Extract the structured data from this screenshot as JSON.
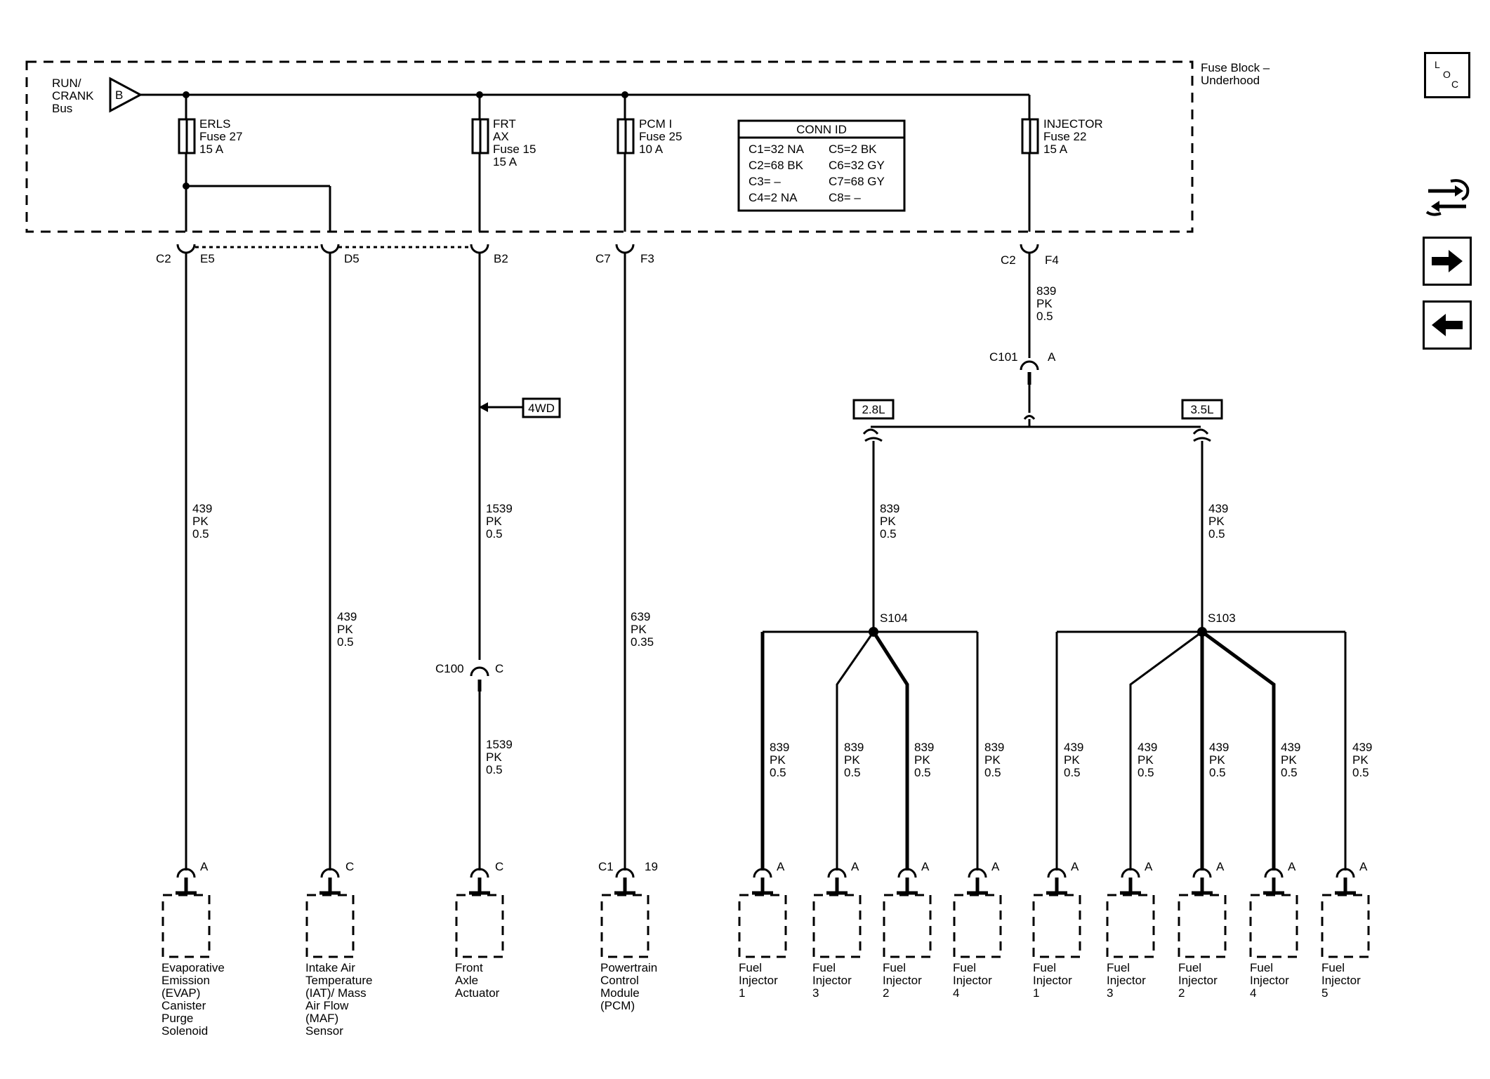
{
  "fuse_block": {
    "title_line1": "Fuse Block –",
    "title_line2": "Underhood"
  },
  "bus": {
    "line1": "RUN/",
    "line2": "CRANK",
    "line3": "Bus",
    "terminal": "B"
  },
  "fuses": [
    {
      "l1": "ERLS",
      "l2": "Fuse 27",
      "l3": "15 A",
      "l4": ""
    },
    {
      "l1": "FRT",
      "l2": "AX",
      "l3": "Fuse 15",
      "l4": "15 A"
    },
    {
      "l1": "PCM I",
      "l2": "Fuse 25",
      "l3": "10 A",
      "l4": ""
    },
    {
      "l1": "INJECTOR",
      "l2": "Fuse 22",
      "l3": "15 A",
      "l4": ""
    }
  ],
  "conn_id": {
    "title": "CONN ID",
    "rows": [
      [
        "C1=32 NA",
        "C5=2 BK"
      ],
      [
        "C2=68 BK",
        "C6=32 GY"
      ],
      [
        "C3= –",
        "C7=68 GY"
      ],
      [
        "C4=2 NA",
        "C8= –"
      ]
    ]
  },
  "connectors": {
    "c2_e5": {
      "conn": "C2",
      "pin": "E5"
    },
    "d5": {
      "pin": "D5"
    },
    "b2": {
      "pin": "B2"
    },
    "c7_f3": {
      "conn": "C7",
      "pin": "F3"
    },
    "c2_f4": {
      "conn": "C2",
      "pin": "F4"
    },
    "c101": {
      "conn": "C101",
      "pin": "A"
    },
    "c100": {
      "conn": "C100",
      "pin": "C"
    }
  },
  "wires": {
    "evap": {
      "circuit": "439",
      "color": "PK",
      "size": "0.5"
    },
    "iat": {
      "circuit": "439",
      "color": "PK",
      "size": "0.5"
    },
    "frt_upper": {
      "circuit": "1539",
      "color": "PK",
      "size": "0.5"
    },
    "frt_lower": {
      "circuit": "1539",
      "color": "PK",
      "size": "0.5"
    },
    "pcm": {
      "circuit": "639",
      "color": "PK",
      "size": "0.35"
    },
    "inj_main": {
      "circuit": "839",
      "color": "PK",
      "size": "0.5"
    },
    "inj_28": {
      "circuit": "839",
      "color": "PK",
      "size": "0.5"
    },
    "inj_35": {
      "circuit": "439",
      "color": "PK",
      "size": "0.5"
    }
  },
  "fourwd_tag": "4WD",
  "options": {
    "left": "2.8L",
    "right": "3.5L"
  },
  "splices": {
    "s104": "S104",
    "s103": "S103"
  },
  "components": {
    "evap": {
      "pin": "A",
      "lines": [
        "Evaporative",
        "Emission",
        "(EVAP)",
        "Canister",
        "Purge",
        "Solenoid"
      ]
    },
    "iat": {
      "pin": "C",
      "lines": [
        "Intake Air",
        "Temperature",
        "(IAT)/ Mass",
        "Air Flow",
        "(MAF)",
        "Sensor"
      ]
    },
    "frt": {
      "pin": "C",
      "lines": [
        "Front",
        "Axle",
        "Actuator"
      ]
    },
    "pcm": {
      "conn": "C1",
      "pin": "19",
      "lines": [
        "Powertrain",
        "Control",
        "Module",
        "(PCM)"
      ]
    }
  },
  "injectors_28": [
    {
      "pin": "A",
      "circuit": "839",
      "color": "PK",
      "size": "0.5",
      "l1": "Fuel",
      "l2": "Injector",
      "l3": "1"
    },
    {
      "pin": "A",
      "circuit": "839",
      "color": "PK",
      "size": "0.5",
      "l1": "Fuel",
      "l2": "Injector",
      "l3": "3"
    },
    {
      "pin": "A",
      "circuit": "839",
      "color": "PK",
      "size": "0.5",
      "l1": "Fuel",
      "l2": "Injector",
      "l3": "2"
    },
    {
      "pin": "A",
      "circuit": "839",
      "color": "PK",
      "size": "0.5",
      "l1": "Fuel",
      "l2": "Injector",
      "l3": "4"
    }
  ],
  "injectors_35": [
    {
      "pin": "A",
      "circuit": "439",
      "color": "PK",
      "size": "0.5",
      "l1": "Fuel",
      "l2": "Injector",
      "l3": "1"
    },
    {
      "pin": "A",
      "circuit": "439",
      "color": "PK",
      "size": "0.5",
      "l1": "Fuel",
      "l2": "Injector",
      "l3": "3"
    },
    {
      "pin": "A",
      "circuit": "439",
      "color": "PK",
      "size": "0.5",
      "l1": "Fuel",
      "l2": "Injector",
      "l3": "2"
    },
    {
      "pin": "A",
      "circuit": "439",
      "color": "PK",
      "size": "0.5",
      "l1": "Fuel",
      "l2": "Injector",
      "l3": "4"
    },
    {
      "pin": "A",
      "circuit": "439",
      "color": "PK",
      "size": "0.5",
      "l1": "Fuel",
      "l2": "Injector",
      "l3": "5"
    }
  ],
  "nav": {
    "loc_l": "L",
    "loc_o": "O",
    "loc_c": "C",
    "icons": [
      "harness-swap-icon",
      "arrow-right-icon",
      "arrow-left-icon"
    ]
  }
}
